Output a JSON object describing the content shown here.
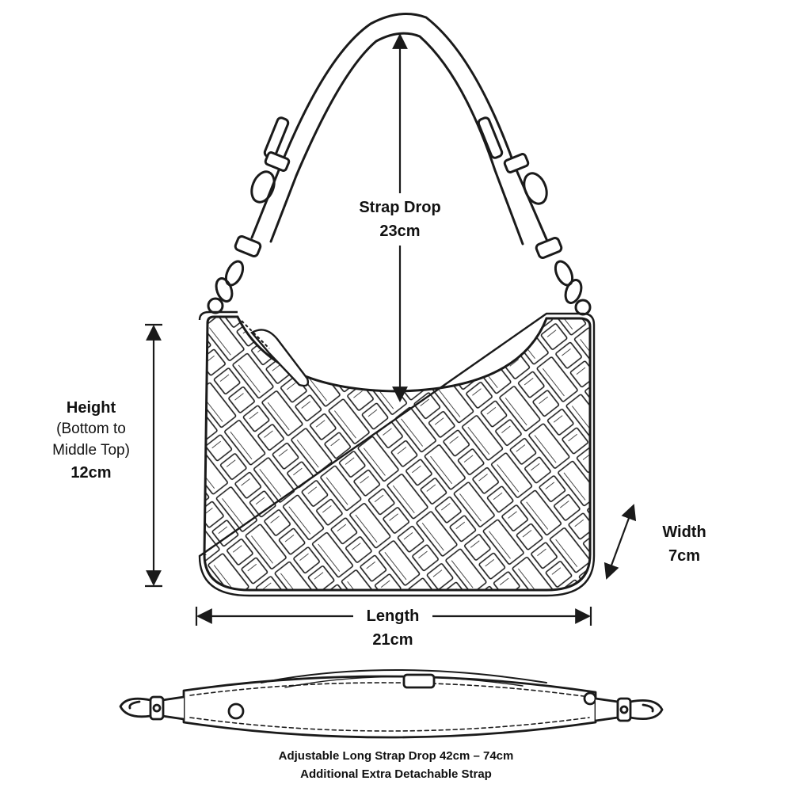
{
  "labels": {
    "strap_drop": {
      "title": "Strap Drop",
      "value": "23cm"
    },
    "height": {
      "title": "Height",
      "note_line1": "(Bottom to",
      "note_line2": "Middle Top)",
      "value": "12cm"
    },
    "width": {
      "title": "Width",
      "value": "7cm"
    },
    "length": {
      "title": "Length",
      "value": "21cm"
    },
    "long_strap": {
      "line1": "Adjustable Long Strap Drop 42cm – 74cm",
      "line2": "Additional Extra Detachable Strap"
    }
  },
  "colors": {
    "line": "#1a1a1a",
    "background": "#ffffff"
  },
  "icons": [
    "handbag-illustration",
    "detachable-strap-illustration",
    "dimension-arrow"
  ]
}
